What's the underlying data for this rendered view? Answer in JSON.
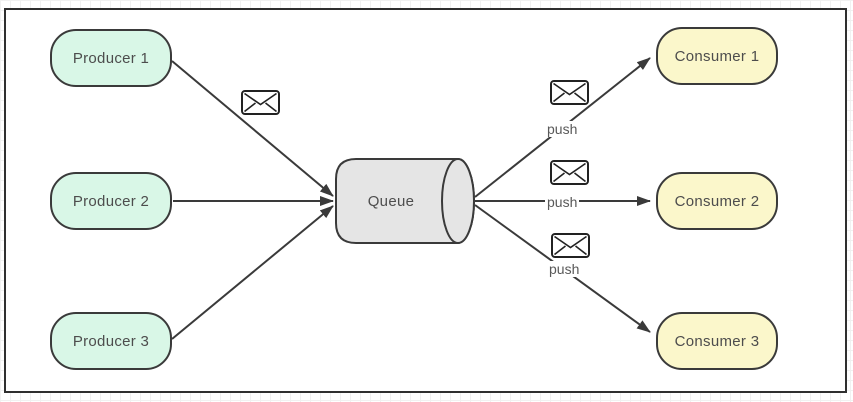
{
  "nodes": {
    "producers": [
      {
        "id": "producer-1",
        "label": "Producer 1"
      },
      {
        "id": "producer-2",
        "label": "Producer 2"
      },
      {
        "id": "producer-3",
        "label": "Producer 3"
      }
    ],
    "queue": {
      "id": "queue",
      "label": "Queue",
      "shape": "cylinder"
    },
    "consumers": [
      {
        "id": "consumer-1",
        "label": "Consumer 1"
      },
      {
        "id": "consumer-2",
        "label": "Consumer 2"
      },
      {
        "id": "consumer-3",
        "label": "Consumer 3"
      }
    ]
  },
  "edges": [
    {
      "from": "producer-1",
      "to": "queue",
      "icon": "envelope-icon",
      "label": ""
    },
    {
      "from": "producer-2",
      "to": "queue",
      "icon": "",
      "label": ""
    },
    {
      "from": "producer-3",
      "to": "queue",
      "icon": "",
      "label": ""
    },
    {
      "from": "queue",
      "to": "consumer-1",
      "icon": "envelope-icon",
      "label": "push"
    },
    {
      "from": "queue",
      "to": "consumer-2",
      "icon": "envelope-icon",
      "label": "push"
    },
    {
      "from": "queue",
      "to": "consumer-3",
      "icon": "envelope-icon",
      "label": "push"
    }
  ],
  "colors": {
    "producer_fill": "#d9f7e7",
    "consumer_fill": "#fbf7cb",
    "queue_fill": "#e5e5e5",
    "node_stroke": "#3a3a3a",
    "edge_stroke": "#3a3a3a",
    "frame_stroke": "#2f2f2f",
    "node_text": "#4d4d4d",
    "edge_label_text": "#595959"
  }
}
